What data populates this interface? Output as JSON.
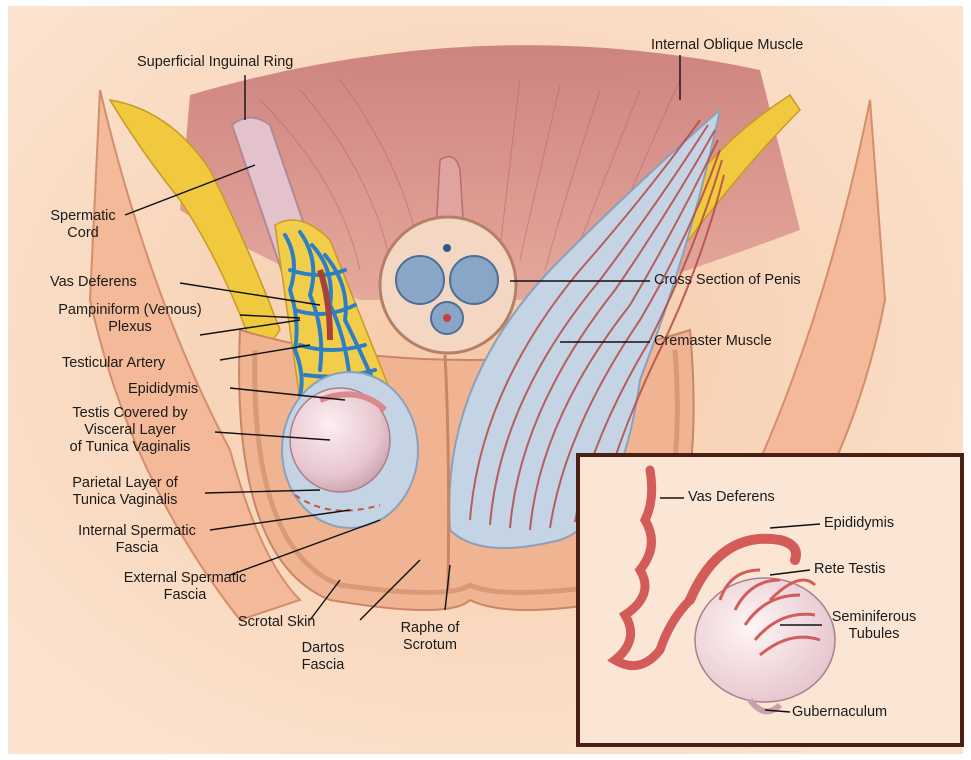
{
  "labels": {
    "superficial_inguinal_ring": "Superficial Inguinal Ring",
    "internal_oblique_muscle": "Internal Oblique Muscle",
    "spermatic_cord": [
      "Spermatic",
      "Cord"
    ],
    "vas_deferens": "Vas Deferens",
    "pampiniform_plexus": [
      "Pampiniform (Venous)",
      "Plexus"
    ],
    "testicular_artery": "Testicular Artery",
    "epididymis": "Epididymis",
    "testis_covered": [
      "Testis Covered by",
      "Visceral Layer",
      "of Tunica Vaginalis"
    ],
    "parietal_layer": [
      "Parietal Layer of",
      "Tunica Vaginalis"
    ],
    "internal_spermatic_fascia": [
      "Internal Spermatic",
      "Fascia"
    ],
    "external_spermatic_fascia": [
      "External Spermatic",
      "Fascia"
    ],
    "scrotal_skin": "Scrotal Skin",
    "dartos_fascia": [
      "Dartos",
      "Fascia"
    ],
    "raphe_of_scrotum": [
      "Raphe of",
      "Scrotum"
    ],
    "cross_section_of_penis": "Cross Section of Penis",
    "cremaster_muscle": "Cremaster Muscle"
  },
  "inset": {
    "vas_deferens": "Vas Deferens",
    "epididymis": "Epididymis",
    "rete_testis": "Rete Testis",
    "seminiferous_tubules": [
      "Seminiferous",
      "Tubules"
    ],
    "gubernaculum": "Gubernaculum"
  },
  "colors": {
    "background": "#f8d7bd",
    "muscle": "#d98a86",
    "fat": "#f2cf4a",
    "tunica": "#c8d6e6",
    "vein_blue": "#2c7fc4",
    "inset_border": "#4a1f14",
    "inset_bg": "#fbe6d6"
  }
}
